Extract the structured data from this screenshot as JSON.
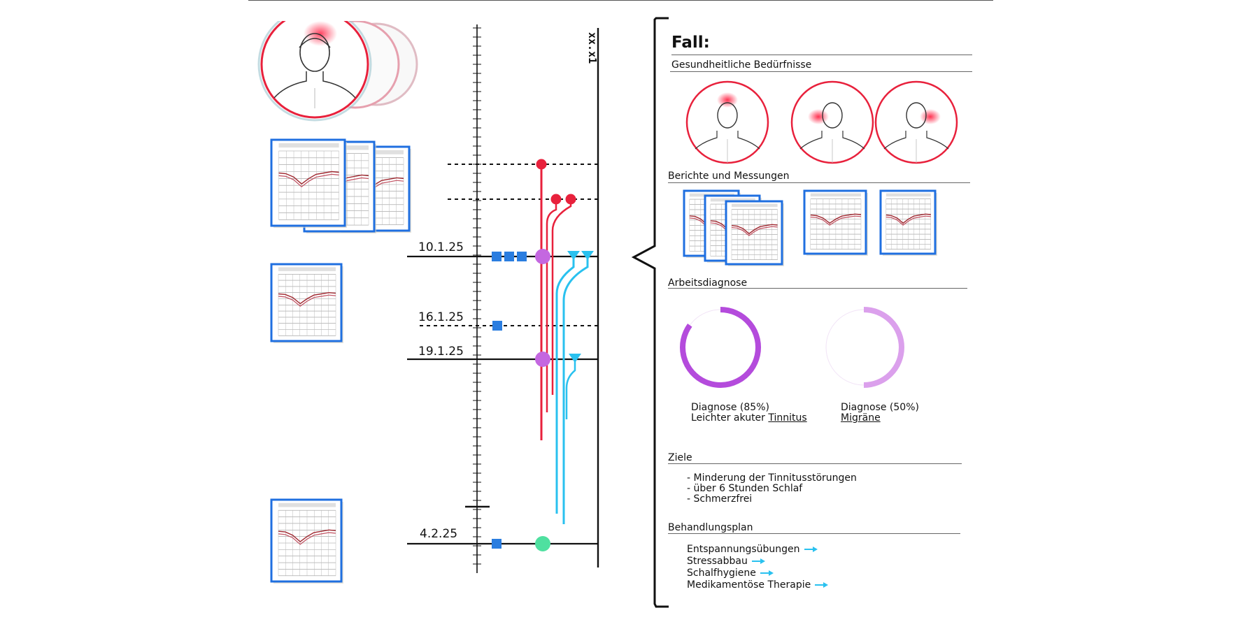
{
  "timeline": {
    "vertical_label": "xx.x1",
    "dates": [
      "10.1.25",
      "16.1.25",
      "19.1.25",
      "4.2.25"
    ]
  },
  "case_panel": {
    "title": "Fall:",
    "sections": {
      "health_needs": "Gesundheitliche Bedürfnisse",
      "reports": "Berichte und Messungen",
      "working_diagnosis": "Arbeitsdiagnose",
      "goals": "Ziele",
      "treatment_plan": "Behandlungsplan"
    },
    "diagnoses": [
      {
        "label": "Diagnose  (85%)",
        "name_prefix": "Leichter akuter ",
        "name": "Tinnitus",
        "percent": 85,
        "color": "#b44bdc"
      },
      {
        "label": "Diagnose  (50%)",
        "name_prefix": "",
        "name": "Migräne",
        "percent": 50,
        "color": "#dba0ec"
      }
    ],
    "goals": [
      "- Minderung der Tinnitusstörungen",
      "- über 6 Stunden Schlaf",
      "- Schmerzfrei"
    ],
    "plan": [
      "Entspannungsübungen",
      "Stressabbau",
      "Schalfhygiene",
      "Medikamentöse Therapie"
    ]
  },
  "colors": {
    "red": "#e8213c",
    "purple": "#c467e0",
    "cyan": "#29c1ef",
    "blue": "#2a7de0",
    "green": "#4fe0a0",
    "frame_blue": "#1f6fe0"
  },
  "icons": [
    "head-pain-icon",
    "audiogram-icon",
    "clinical-event-dot-icon",
    "diagnosis-square-icon",
    "therapy-triangle-icon",
    "arrow-right-icon"
  ]
}
